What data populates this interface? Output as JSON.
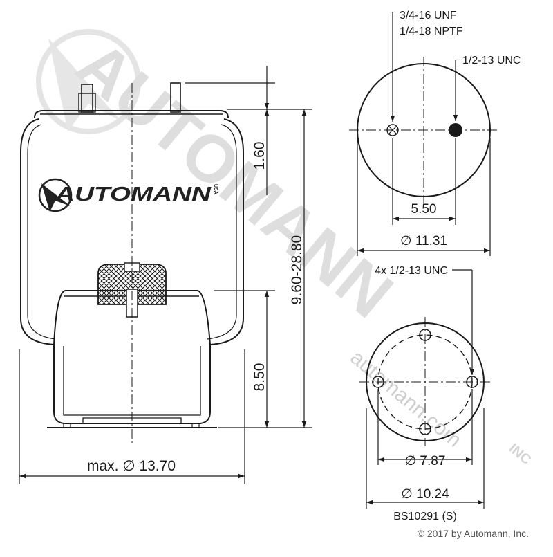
{
  "watermark": {
    "brand": "AUTOMANN",
    "inc": "INC",
    "site": "automann.com"
  },
  "side_view": {
    "logo_text": "AUTOMANN",
    "logo_usa": "USA",
    "dim_upper_height": "1.60",
    "dim_overall_height": "9.60-28.80",
    "dim_piston_height": "8.50",
    "dim_max_diameter": "max. ∅ 13.70"
  },
  "top_view": {
    "port_label_line1": "3/4-16 UNF",
    "port_label_line2": "1/4-18 NPTF",
    "stud_label": "1/2-13 UNC",
    "dim_spacing": "5.50",
    "dim_diameter": "∅ 11.31"
  },
  "bottom_view": {
    "bolt_label": "4x 1/2-13 UNC",
    "dim_bolt_circle": "∅ 7.87",
    "dim_diameter": "∅ 10.24"
  },
  "part_number": "BS10291 (S)",
  "copyright": "© 2017 by Automann, Inc."
}
